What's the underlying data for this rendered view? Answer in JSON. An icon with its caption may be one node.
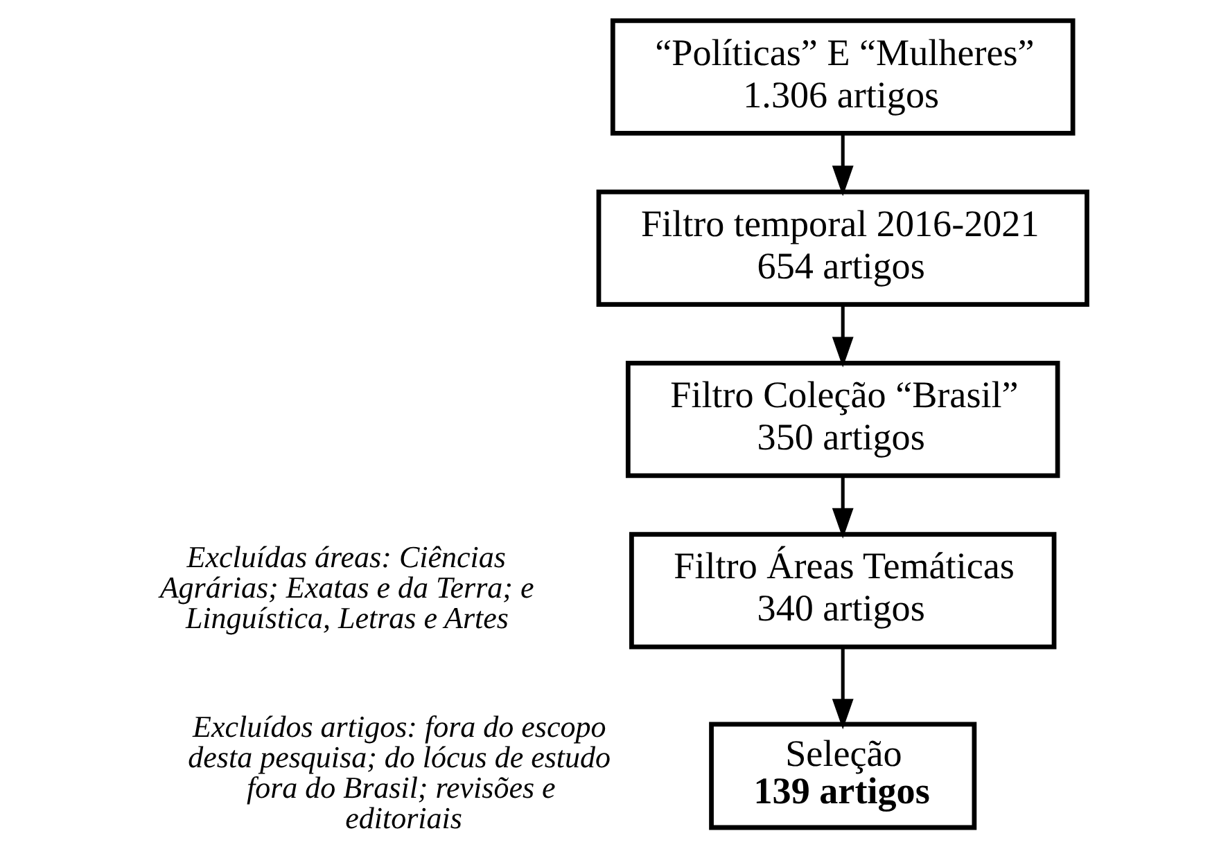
{
  "diagram": {
    "nodes": [
      {
        "text": [
          "“Políticas” E “Mulheres”",
          "1.306 artigos"
        ]
      },
      {
        "text": [
          "Filtro temporal 2016-2021",
          "654 artigos"
        ]
      },
      {
        "text": [
          "Filtro Coleção “Brasil”",
          "350 artigos"
        ]
      },
      {
        "text": [
          "Filtro Áreas Temáticas",
          "340 artigos"
        ],
        "beside": [
          "Excluídas áreas: Ciências Agrárias; Exatas e da Terra; e Linguística, Letras e Artes"
        ]
      },
      {
        "text": [
          "Seleção",
          "**139 artigos**"
        ],
        "beside": [
          "Excluídos artigos: fora do escopo desta pesquisa; do lócus de estudo fora do Brasil; revisões e editoriais"
        ]
      }
    ],
    "edges": [
      {
        "from": 0,
        "to": 1,
        "arrow": "to"
      },
      {
        "from": 1,
        "to": 2,
        "arrow": "to"
      },
      {
        "from": 2,
        "to": 3,
        "arrow": "to"
      },
      {
        "from": 3,
        "to": 4,
        "arrow": "to"
      }
    ]
  }
}
